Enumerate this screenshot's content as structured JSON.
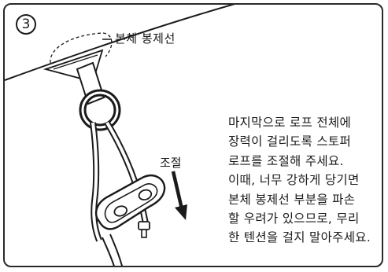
{
  "step_number": "3",
  "labels": {
    "stitch_label": "본체 봉제선",
    "adjust_label": "조절"
  },
  "instructions": [
    "마지막으로 로프 전체에",
    "장력이 걸리도록 스토퍼",
    "로프를 조절해 주세요.",
    "이때, 너무 강하게 당기면",
    "본체 봉제선 부분을 파손",
    "할 우려가 있으므로, 무리",
    "한 텐션을 걸지 말아주세요."
  ],
  "colors": {
    "line": "#1a1a1a",
    "stopper_fill": "#ffffff",
    "background": "#ffffff"
  }
}
